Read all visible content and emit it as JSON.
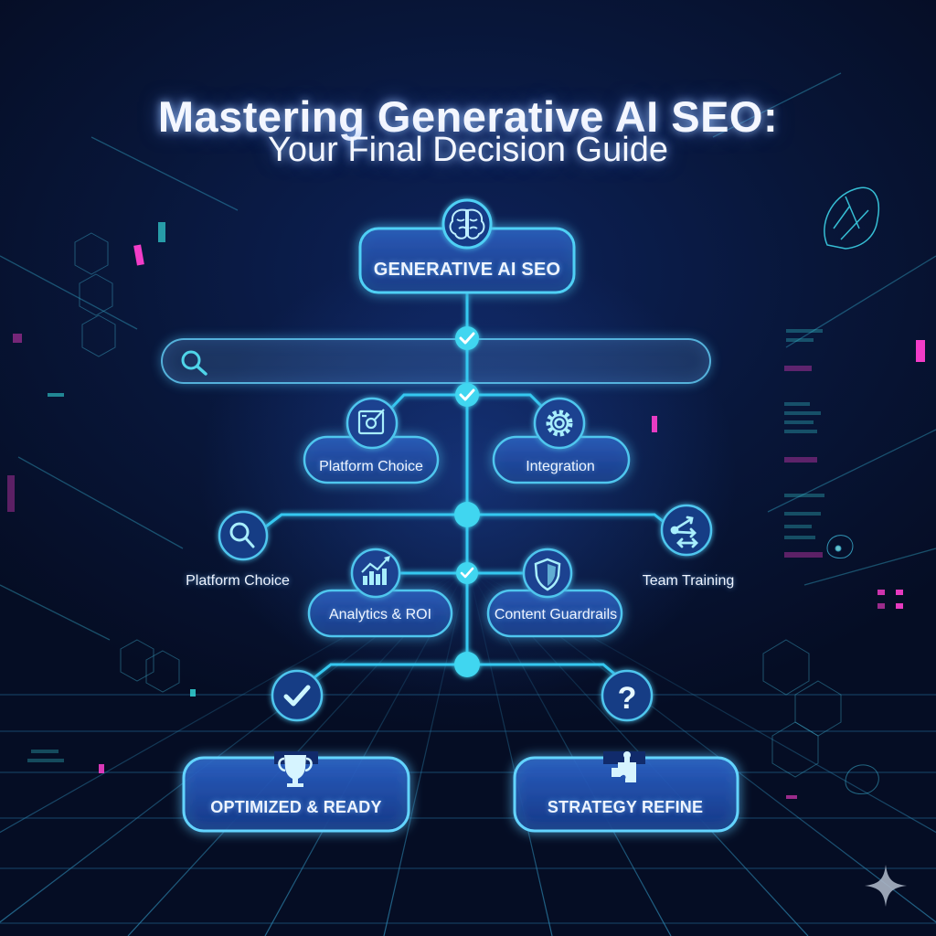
{
  "title": {
    "main": "Mastering Generative AI SEO:",
    "sub": "Your Final Decision Guide"
  },
  "root_node": {
    "label": "GENERATIVE AI SEO",
    "icon": "brain-icon"
  },
  "search_bar": {
    "placeholder": "",
    "value": "",
    "icon": "search-icon"
  },
  "level1": [
    {
      "label": "Platform Choice",
      "icon": "document-edit-icon"
    },
    {
      "label": "Integration",
      "icon": "gear-icon"
    }
  ],
  "level2": {
    "outer": [
      {
        "label": "Platform Choice",
        "icon": "search-icon"
      },
      {
        "label": "Team Training",
        "icon": "branching-arrows-icon"
      }
    ],
    "inner": [
      {
        "label": "Analytics & ROI",
        "icon": "bar-chart-trend-icon"
      },
      {
        "label": "Content Guardrails",
        "icon": "shield-icon"
      }
    ]
  },
  "outcomes": [
    {
      "label": "OPTIMIZED & READY",
      "decision_icon": "checkmark-icon",
      "icon": "trophy-icon"
    },
    {
      "label": "STRATEGY REFINE",
      "decision_icon": "question-mark-icon",
      "icon": "puzzle-piece-icon"
    }
  ],
  "decision_glyphs": {
    "check": "✓",
    "question": "?"
  },
  "colors": {
    "background": "#07112b",
    "node_glow": "#3fd6ff",
    "connector": "#35c8f0",
    "node_fill": "#1a3f8a",
    "accent_magenta": "#ff3fd0",
    "text": "#eef4ff"
  }
}
